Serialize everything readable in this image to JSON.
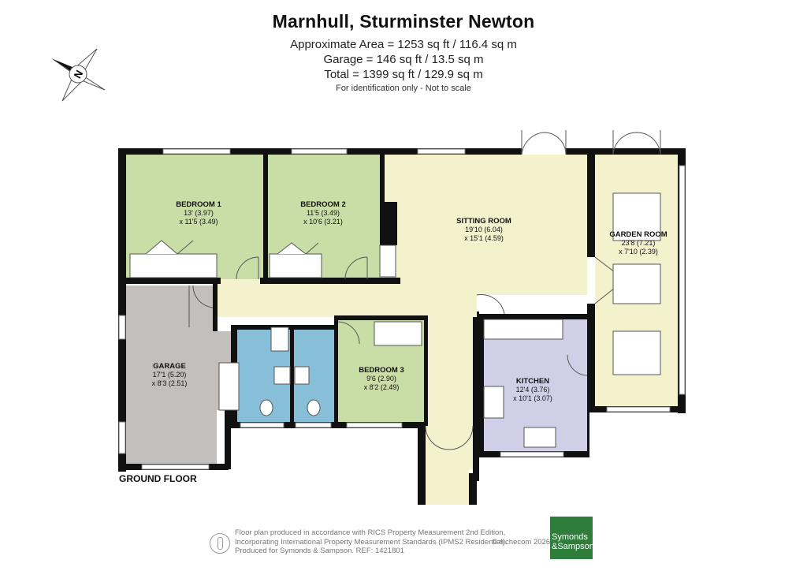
{
  "header": {
    "title": "Marnhull, Sturminster Newton",
    "area_main": "Approximate Area = 1253 sq ft / 116.4 sq m",
    "area_garage": "Garage = 146 sq ft / 13.5 sq m",
    "area_total": "Total = 1399 sq ft / 129.9 sq m",
    "note": "For identification only - Not to scale"
  },
  "compass": {
    "icon": "compass-north-icon",
    "letter": "N"
  },
  "rooms": {
    "bedroom1": {
      "name": "BEDROOM 1",
      "dim1": "13' (3.97)",
      "dim2": "x 11'5 (3.49)"
    },
    "bedroom2": {
      "name": "BEDROOM 2",
      "dim1": "11'5 (3.49)",
      "dim2": "x 10'6 (3.21)"
    },
    "sitting": {
      "name": "SITTING ROOM",
      "dim1": "19'10 (6.04)",
      "dim2": "x 15'1 (4.59)"
    },
    "garden": {
      "name": "GARDEN ROOM",
      "dim1": "23'8 (7.21)",
      "dim2": "x 7'10 (2.39)"
    },
    "garage": {
      "name": "GARAGE",
      "dim1": "17'1 (5.20)",
      "dim2": "x 8'3 (2.51)"
    },
    "bedroom3": {
      "name": "BEDROOM 3",
      "dim1": "9'6 (2.90)",
      "dim2": "x 8'2 (2.49)"
    },
    "kitchen": {
      "name": "KITCHEN",
      "dim1": "12'4 (3.76)",
      "dim2": "x 10'1 (3.07)"
    }
  },
  "colors": {
    "bedroom": "#c9dda7",
    "sitting": "#f4f1cd",
    "garage": "#c3bfbd",
    "bathroom": "#88bfd8",
    "kitchen": "#d1cfe7",
    "wall": "#111111",
    "brand": "#2e7d3b"
  },
  "floor_label": "GROUND FLOOR",
  "footer": {
    "line1": "Floor plan produced in accordance with RICS Property Measurement 2nd Edition,",
    "line2": "Incorporating International Property Measurement Standards (IPMS2 Residential).",
    "line3": "Produced for Symonds & Sampson.  REF: 1421801",
    "copyright": "© nichecom 2026.",
    "logo_line1": "Symonds",
    "logo_line2": "&Sampson"
  }
}
